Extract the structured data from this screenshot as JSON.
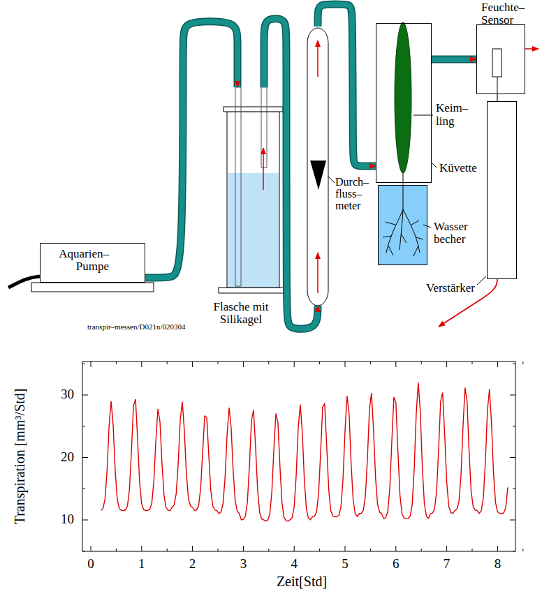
{
  "diagram": {
    "nodes": [
      {
        "text": [
          "Aquarien– Pumpe"
        ]
      },
      {
        "text": [
          "Flasche mit Silikagel"
        ]
      },
      {
        "text": [
          "Durch– fluss– meter"
        ]
      },
      {
        "text": [
          "Küvette"
        ]
      },
      {
        "text": [
          "Wasser becher"
        ]
      },
      {
        "text": [
          "Feuchte– Sensor"
        ]
      },
      {
        "text": [
          "Verstärker"
        ]
      }
    ],
    "edges": [
      {
        "from": 0,
        "to": 1,
        "arrow": "to"
      },
      {
        "from": 1,
        "to": 2,
        "arrow": "to"
      },
      {
        "from": 2,
        "to": 3,
        "arrow": "to"
      },
      {
        "from": 3,
        "to": 5,
        "arrow": "to"
      },
      {
        "from": 5,
        "to": 6,
        "arrow": "none"
      }
    ],
    "labels": [
      "transpir–messen/D021n/020304",
      "Keim– ling",
      "30",
      "20",
      "10",
      "0",
      "1",
      "2",
      "3",
      "4",
      "5",
      "6",
      "7",
      "8",
      "Transpiration [mm³/Std]",
      "Zeit[Std]"
    ]
  }
}
